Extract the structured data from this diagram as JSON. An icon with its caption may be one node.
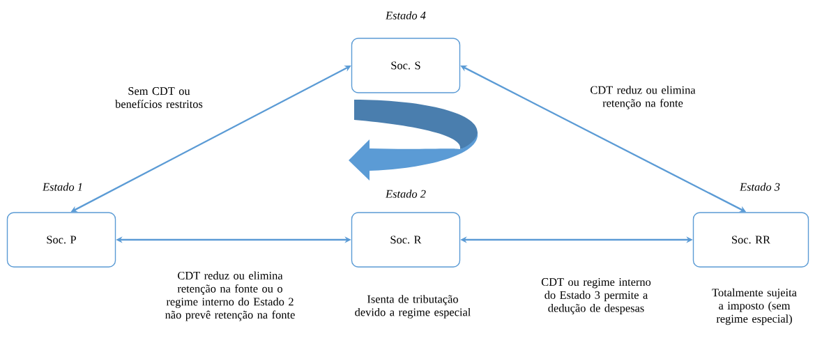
{
  "diagram": {
    "nodes": [
      {
        "text": [
          "Soc. S"
        ],
        "beside": [
          "Estado 4"
        ]
      },
      {
        "text": [
          "Soc. P"
        ],
        "beside": [
          "Estado 1"
        ]
      },
      {
        "text": [
          "Soc. R"
        ],
        "beside": [
          "Estado 2",
          "Isenta de tributação devido a regime especial"
        ]
      },
      {
        "text": [
          "Soc. RR"
        ],
        "beside": [
          "Estado 3",
          "Totalmente sujeita a imposto (sem regime especial)"
        ]
      }
    ],
    "edges": [
      {
        "from": 1,
        "to": 0,
        "arrow": "both",
        "label": "Sem CDT ou benefícios restritos"
      },
      {
        "from": 0,
        "to": 3,
        "arrow": "both",
        "label": "CDT reduz ou elimina retenção na fonte"
      },
      {
        "from": 1,
        "to": 2,
        "arrow": "both",
        "label": "CDT reduz ou elimina retenção na fonte ou o regime interno do Estado 2 não prevê retenção na fonte"
      },
      {
        "from": 2,
        "to": 3,
        "arrow": "both",
        "label": "CDT ou regime interno do Estado 3 permite a dedução de despesas"
      }
    ]
  }
}
